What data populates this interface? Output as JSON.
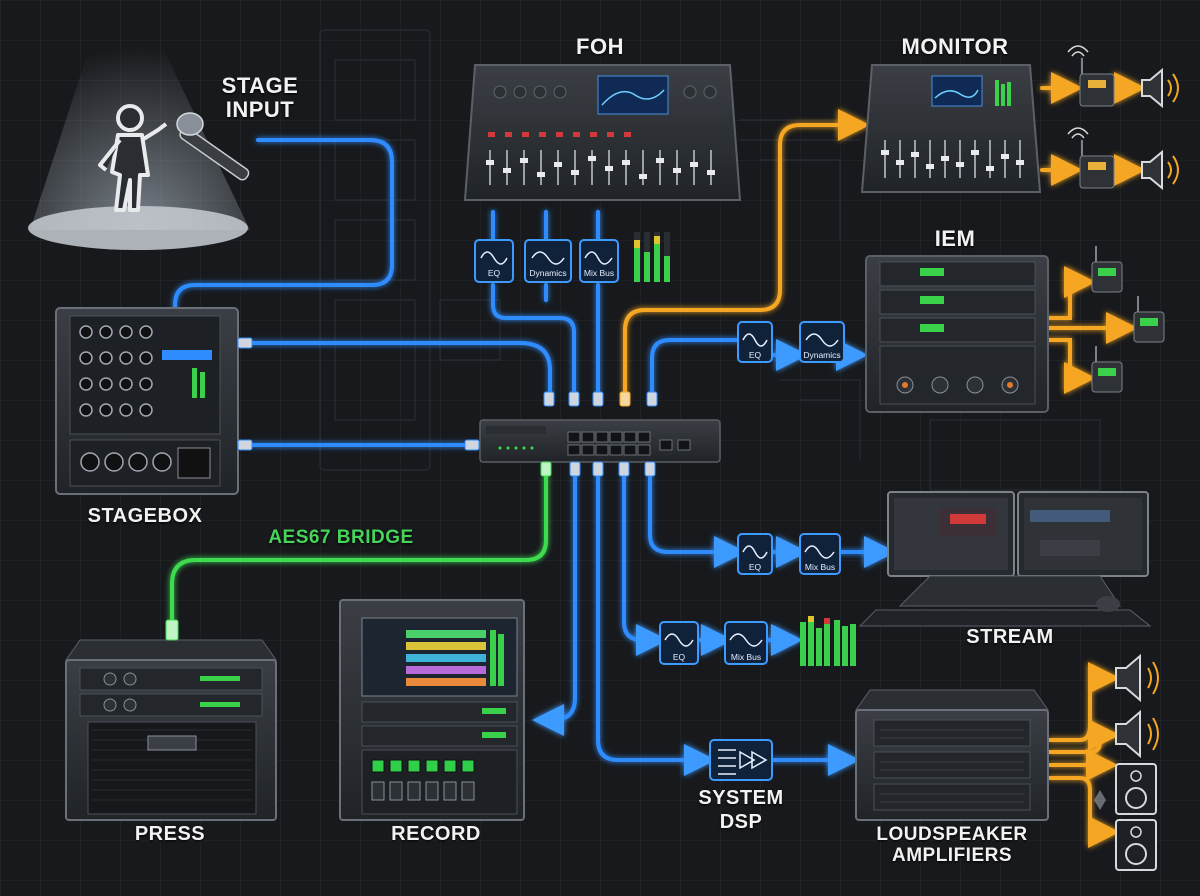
{
  "labels": {
    "foh": "FOH",
    "monitor": "MONITOR",
    "stage_input_line1": "STAGE",
    "stage_input_line2": "INPUT",
    "iem": "IEM",
    "stagebox": "STAGEBOX",
    "aes67_bridge": "AES67 BRIDGE",
    "stream": "STREAM",
    "press": "PRESS",
    "record": "RECORD",
    "system_dsp_line1": "SYSTEM",
    "system_dsp_line2": "DSP",
    "amps_line1": "LOUDSPEAKER",
    "amps_line2": "AMPLIFIERS"
  },
  "processing": {
    "foh_eq": "EQ",
    "foh_dynamics": "Dynamics",
    "foh_mixbus": "Mix Bus",
    "iem_eq": "EQ",
    "iem_dynamics": "Dynamics",
    "stream_eq": "EQ",
    "stream_mixbus": "Mix Bus",
    "record_eq": "EQ",
    "record_mixbus": "Mix Bus"
  },
  "colors": {
    "dante_link": "#2f8cff",
    "monitor_link": "#f5a623",
    "aes67_link": "#3ddc4f",
    "background": "#17191c"
  }
}
